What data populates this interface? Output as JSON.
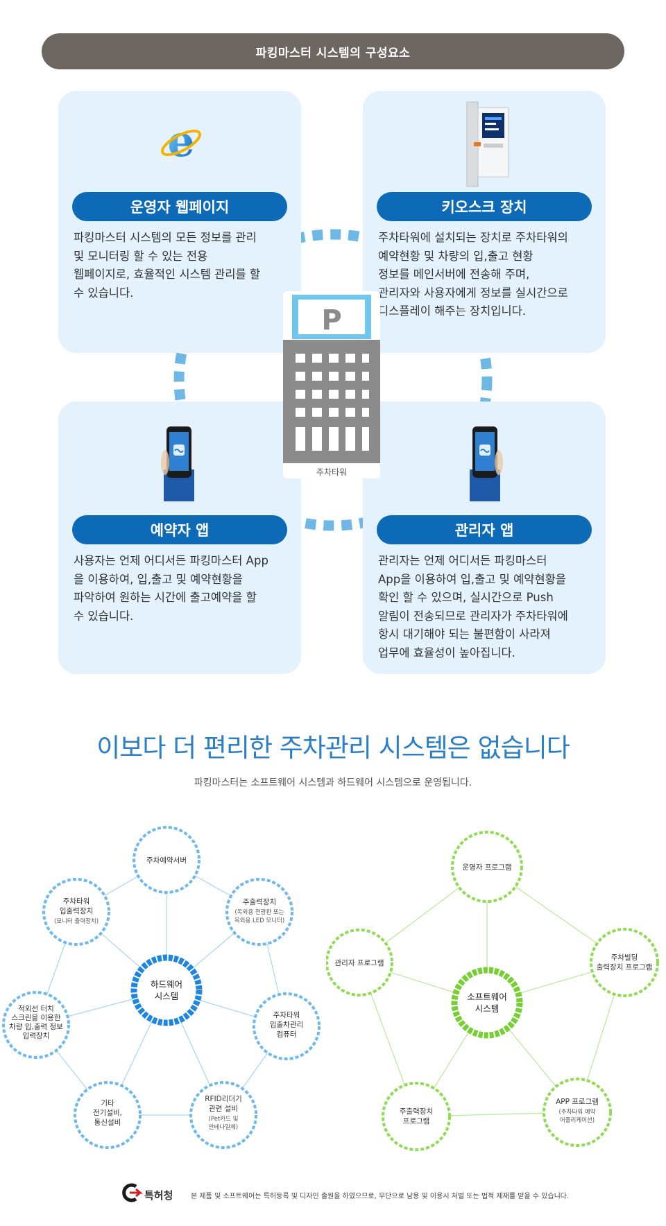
{
  "header": {
    "title": "파킹마스터 시스템의 구성요소"
  },
  "cards": {
    "web": {
      "title": "운영자 웹페이지",
      "lines": [
        "파킹마스터 시스템의 모든 정보를 관리",
        "및 모니터링 할 수 있는 전용",
        "웹페이지로, 효율적인 시스템 관리를 할",
        "수 있습니다."
      ]
    },
    "kiosk": {
      "title": "키오스크 장치",
      "lines": [
        "주차타워에 설치되는 장치로 주차타워의",
        "예약현황 및 차량의 입,출고 현황",
        "정보를 메인서버에 전송해 주며,",
        "관리자와 사용자에게 정보를 실시간으로",
        "디스플레이 해주는 장치입니다."
      ]
    },
    "reserver": {
      "title": "예약자 앱",
      "lines": [
        "사용자는 언제 어디서든 파킹마스터 App",
        "을 이용하여, 입,출고 및 예약현황을",
        "파악하여 원하는 시간에 출고예약을 할",
        "수 있습니다."
      ]
    },
    "admin": {
      "title": "관리자 앱",
      "lines": [
        "관리자는 언제 어디서든 파킹마스터",
        "App을 이용하여 입,출고 및 예약현황을",
        "확인 할 수 있으며, 실시간으로 Push",
        "알림이 전송되므로 관리자가 주차타워에",
        "항시 대기해야 되는 불편함이 사라져",
        "업무에 효율성이 높아집니다."
      ]
    }
  },
  "center": {
    "sign": "P",
    "label": "주차타워"
  },
  "slogan": "이보다 더 편리한 주차관리 시스템은 없습니다",
  "subtitle": "파킹마스터는 소프트웨어 시스템과 하드웨어 시스템으로 운영됩니다.",
  "hardware": {
    "hub": [
      "하드웨어",
      "시스템"
    ],
    "nodes": {
      "reserve_server": {
        "main": [
          "주차예약서버"
        ],
        "sub": []
      },
      "output_device": {
        "main": [
          "주출력장치"
        ],
        "sub": [
          "(옥외용 전광판 또는",
          "옥외용 LED 모니터)"
        ]
      },
      "tower_input": {
        "main": [
          "주차타워",
          "입출력장치"
        ],
        "sub": [
          "(모니터 출력장치)"
        ]
      },
      "ir_touch": {
        "main": [
          "적외선 터치",
          "스크린을 이용한",
          "차량 입,출력 정보",
          "입력장치"
        ],
        "sub": []
      },
      "tower_pc": {
        "main": [
          "주차타워",
          "입출차관리",
          "컴퓨터"
        ],
        "sub": []
      },
      "etc": {
        "main": [
          "기타",
          "전기설비,",
          "통신설비"
        ],
        "sub": []
      },
      "rfid": {
        "main": [
          "RFID리더기",
          "관련 설비"
        ],
        "sub": [
          "(Pet카드 및",
          "안테나일체)"
        ]
      }
    },
    "color": "#2b8fe0"
  },
  "software": {
    "hub": [
      "소프트웨어",
      "시스템"
    ],
    "nodes": {
      "operator": {
        "main": [
          "운영자 프로그램"
        ],
        "sub": []
      },
      "manager": {
        "main": [
          "관리자 프로그램"
        ],
        "sub": []
      },
      "building": {
        "main": [
          "주차빌딩",
          "출력장치 프로그램"
        ],
        "sub": []
      },
      "output": {
        "main": [
          "주출력장치",
          "프로그램"
        ],
        "sub": []
      },
      "app": {
        "main": [
          "APP 프로그램"
        ],
        "sub": [
          "(주차타워 예약",
          "어플리케이션)"
        ]
      }
    },
    "color": "#7dd33a"
  },
  "footer": {
    "logo": "특허청",
    "notice": "본 제품 및 소프트웨어는 특허등록 및 디자인 출원을 하였으므로, 무단으로 남용 및 이용시 처벌 또는 법적 제재를 받을 수 있습니다."
  }
}
